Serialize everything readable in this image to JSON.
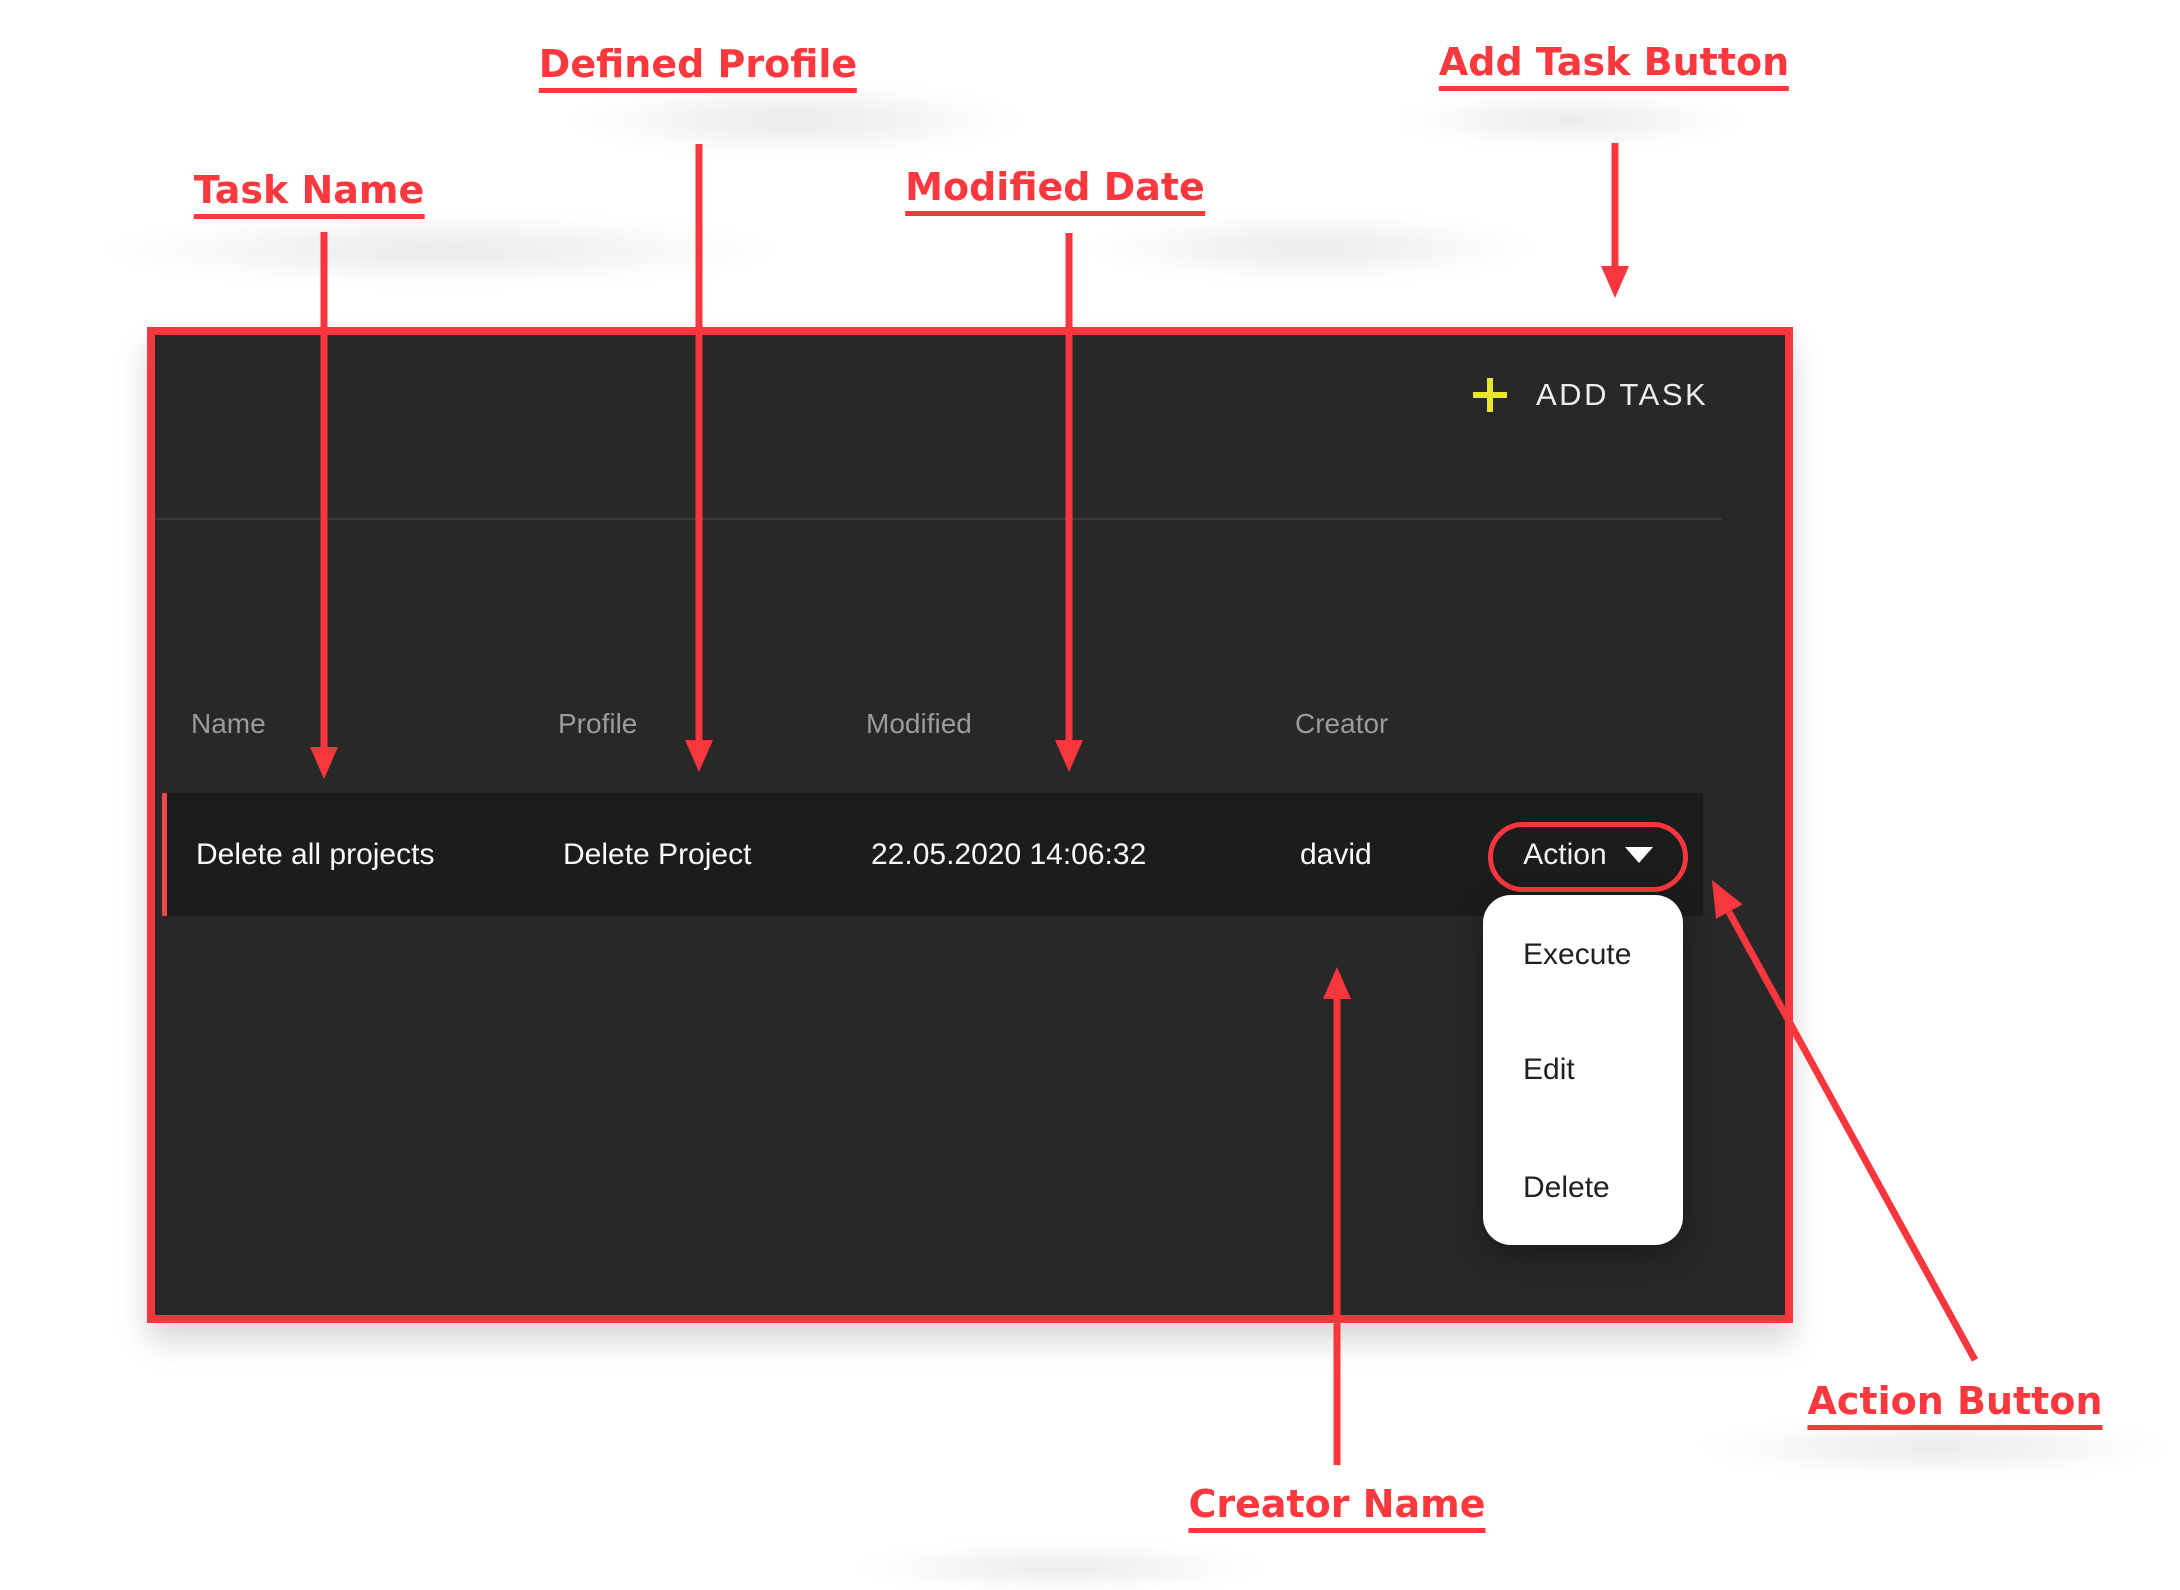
{
  "annotations": {
    "defined_profile": "Defined Profile",
    "add_task_button": "Add Task Button",
    "task_name": "Task Name",
    "modified_date": "Modified Date",
    "creator_name": "Creator Name",
    "action_button": "Action Button"
  },
  "app": {
    "add_task": {
      "label": "ADD TASK"
    },
    "table": {
      "headers": [
        "Name",
        "Profile",
        "Modified",
        "Creator"
      ],
      "rows": [
        {
          "name": "Delete all projects",
          "profile": "Delete Project",
          "modified": "22.05.2020 14:06:32",
          "creator": "david",
          "action_label": "Action"
        }
      ]
    },
    "action_menu": {
      "items": [
        "Execute",
        "Edit",
        "Delete"
      ]
    }
  },
  "colors": {
    "annotation_red": "#f8363d",
    "plus_yellow": "#e9e632",
    "panel_background": "#282828",
    "row_background": "#1c1c1c",
    "header_text": "#9b9b9b",
    "cell_text": "#fafafa",
    "menu_background": "#ffffff",
    "menu_text": "#202020"
  }
}
